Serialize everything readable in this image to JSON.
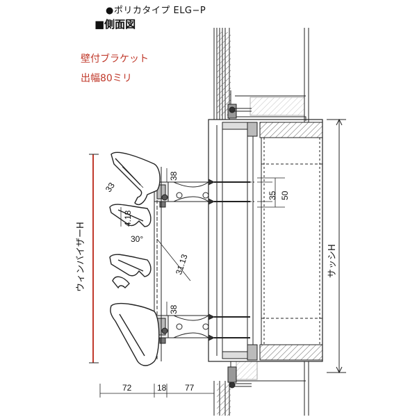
{
  "header": {
    "type_label": "●ポリカタイプ ELG−P",
    "view_label": "■側面図"
  },
  "notes": {
    "bracket": "壁付ブラケット",
    "width": "出幅80ミリ"
  },
  "labels": {
    "louver_height": "ウィンバイザーH",
    "sash_height": "サッシH"
  },
  "dimensions": {
    "d33": "33",
    "d418": "4.18",
    "angle": "30°",
    "d3113": "31.13",
    "d38_top": "38",
    "d38_bottom": "38",
    "d35": "35",
    "d50": "50",
    "d72": "72",
    "d18": "18",
    "d77": "77"
  },
  "colors": {
    "red_line": "#c0392b",
    "line": "#222222",
    "hatch": "#555555"
  }
}
